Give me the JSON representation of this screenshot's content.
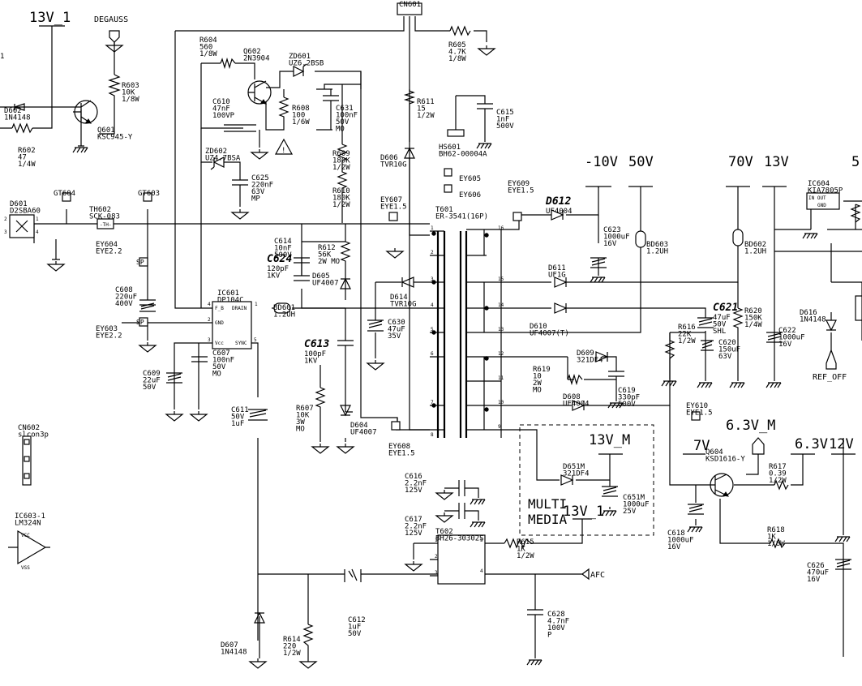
{
  "rails": {
    "r13v_1_top": "13V_1",
    "degauss": "DEGAUSS",
    "m10v": "-10V",
    "v50": "50V",
    "v70": "70V",
    "v13": "13V",
    "v5": "5",
    "v13m": "13V_M",
    "v7": "7V",
    "v63m": "6.3V_M",
    "v63": "6.3V",
    "v12": "12V",
    "v13_1_bot": "13V_1",
    "afc": "AFC",
    "ref_off": "REF_OFF",
    "tr1": "1"
  },
  "parts": {
    "cn601": [
      "CN601"
    ],
    "r604": [
      "R604",
      "560",
      "1/8W"
    ],
    "q602": [
      "Q602",
      "2N3904"
    ],
    "zd601": [
      "ZD601",
      "UZ6.2BSB"
    ],
    "r605": [
      "R605",
      "4.7K",
      "1/8W"
    ],
    "r603": [
      "R603",
      "10K",
      "1/8W"
    ],
    "d602": [
      "D602",
      "1N4148"
    ],
    "r602": [
      "R602",
      "47",
      "1/4W"
    ],
    "q601": [
      "Q601",
      "KSC945-Y"
    ],
    "c610": [
      "C610",
      "47nF",
      "100VP"
    ],
    "r608": [
      "R608",
      "100",
      "1/6W"
    ],
    "c631": [
      "C631",
      "100nF",
      "50V",
      "MO"
    ],
    "r611": [
      "R611",
      "15",
      "1/2W"
    ],
    "c615": [
      "C615",
      "1nF",
      "500V"
    ],
    "hs601": [
      "HS601",
      "BH62-00004A"
    ],
    "zd602": [
      "ZD602",
      "UZ4.7BSA"
    ],
    "c625": [
      "C625",
      "220nF",
      "63V",
      "MP"
    ],
    "r609": [
      "R609",
      "180K",
      "1/2W"
    ],
    "r610": [
      "R610",
      "180K",
      "1/2W"
    ],
    "d606": [
      "D606",
      "TVR10G"
    ],
    "ey605": [
      "EY605"
    ],
    "ey606": [
      "EY606"
    ],
    "ey609": [
      "EY609",
      "EYE1.5"
    ],
    "d612": [
      "D612",
      "UF4004"
    ],
    "c623": [
      "C623",
      "1000uF",
      "16V"
    ],
    "bd603": [
      "BD603",
      "1.2UH"
    ],
    "bd602": [
      "BD602",
      "1.2UH"
    ],
    "ic604": [
      "IC604",
      "KIA7805P"
    ],
    "gt604": [
      "GT604"
    ],
    "gt603": [
      "GT603"
    ],
    "d601": [
      "D601",
      "D2SBA60"
    ],
    "th602": [
      "TH602",
      "SCK-083"
    ],
    "ey607": [
      "EY607",
      "EYE1.5"
    ],
    "t601": [
      "T601",
      "ER-3541(16P)"
    ],
    "ey604": [
      "EY604",
      "EYE2.2"
    ],
    "c608": [
      "C608",
      "220uF",
      "400V"
    ],
    "ey603": [
      "EY603",
      "EYE2.2"
    ],
    "c614": [
      "C614",
      "10nF",
      "500V"
    ],
    "r612": [
      "R612",
      "56K",
      "2W MO"
    ],
    "c624": [
      "C624",
      "120pF",
      "1KV"
    ],
    "d605": [
      "D605",
      "UF4007"
    ],
    "ic601": [
      "IC601",
      "DP104C"
    ],
    "bd601": [
      "BD601",
      "1.2UH"
    ],
    "d614": [
      "D614",
      "TVR10G"
    ],
    "c630": [
      "C630",
      "47uF",
      "35V"
    ],
    "d611": [
      "D611",
      "UF1G"
    ],
    "d610": [
      "D610",
      "UF4007(T)"
    ],
    "c621": [
      "C621",
      "47uF",
      "50V",
      "SHL"
    ],
    "r620": [
      "R620",
      "150K",
      "1/4W"
    ],
    "d616": [
      "D616",
      "1N4148"
    ],
    "c613": [
      "C613",
      "100pF",
      "1KV"
    ],
    "d609": [
      "D609",
      "321DF4"
    ],
    "r616": [
      "R616",
      "22K",
      "1/2W"
    ],
    "c620": [
      "C620",
      "150uF",
      "63V"
    ],
    "c622": [
      "C622",
      "1000uF",
      "16V"
    ],
    "c609": [
      "C609",
      "22uF",
      "50V"
    ],
    "c607": [
      "C607",
      "100nF",
      "50V",
      "MO"
    ],
    "r619": [
      "R619",
      "10",
      "2W",
      "MO"
    ],
    "c619": [
      "C619",
      "330pF",
      "500V"
    ],
    "c611": [
      "C611",
      "50V",
      "1uF"
    ],
    "r607": [
      "R607",
      "10K",
      "3W",
      "MO"
    ],
    "d604": [
      "D604",
      "UF4007"
    ],
    "ey608": [
      "EY608",
      "EYE1.5"
    ],
    "d608": [
      "D608",
      "UF4004"
    ],
    "ey610": [
      "EY610",
      "EYE1.5"
    ],
    "cn602": [
      "CN602",
      "slcon3p"
    ],
    "d651m": [
      "D651M",
      "321DF4"
    ],
    "c651m": [
      "C651M",
      "1000uF",
      "25V"
    ],
    "q604": [
      "Q604",
      "KSD1616-Y"
    ],
    "r617": [
      "R617",
      "0.39",
      "1/2W"
    ],
    "c616": [
      "C616",
      "2.2nF",
      "125V"
    ],
    "c617": [
      "C617",
      "2.2nF",
      "125V"
    ],
    "c618": [
      "C618",
      "1000uF",
      "16V"
    ],
    "r618": [
      "R618",
      "1K",
      "1/8W"
    ],
    "c626": [
      "C626",
      "470uF",
      "16V"
    ],
    "ic603": [
      "IC603-1",
      "LM324N"
    ],
    "t602": [
      "T602",
      "BH26-30302S"
    ],
    "r615": [
      "R615",
      "1K",
      "1/2W"
    ],
    "c628": [
      "C628",
      "4.7nF",
      "100V",
      "P"
    ],
    "d607": [
      "D607",
      "1N4148"
    ],
    "r614": [
      "R614",
      "220",
      "1/2W"
    ],
    "c612": [
      "C612",
      "1uF",
      "50V"
    ]
  },
  "multimedia": [
    "MULTI",
    "MEDIA"
  ],
  "ic601_pins": [
    "F_B",
    "DRAIN",
    "GND",
    "Vcc",
    "SYNC"
  ],
  "ic604_pins": [
    "IN OUT",
    "GND"
  ],
  "ic603_pins": [
    "VCC",
    "VSS"
  ],
  "pins": {
    "ic601": [
      "4",
      "1",
      "2",
      "3",
      "5"
    ],
    "t601_left": [
      "1",
      "2",
      "3",
      "4",
      "5",
      "6",
      "7",
      "8"
    ],
    "t601_right": [
      "16",
      "15",
      "14",
      "13",
      "12",
      "11",
      "10",
      "9"
    ],
    "t602": [
      "1",
      "2",
      "3",
      "5",
      "4"
    ],
    "d601": [
      "2",
      "3",
      "1",
      "4"
    ]
  },
  "warning": "!",
  "misc": {
    "sp1": "SP",
    "sp2": "SP",
    "hs_text": "BH62-00004A"
  }
}
